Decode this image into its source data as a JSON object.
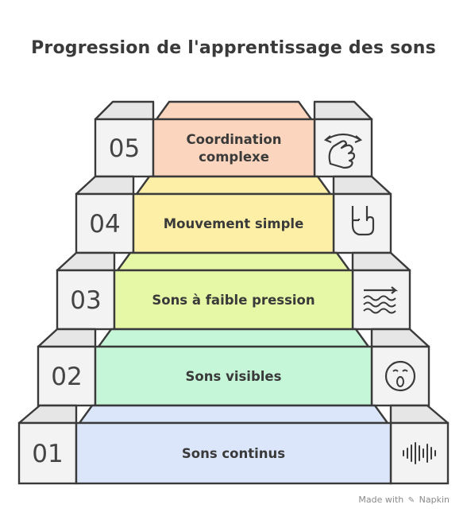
{
  "title": "Progression de l'apprentissage des sons",
  "steps": [
    {
      "number": "05",
      "label_lines": [
        "Coordination",
        "complexe"
      ],
      "color": "#fbd5bd",
      "icon": "rotating-hand-icon"
    },
    {
      "number": "04",
      "label_lines": [
        "Mouvement simple"
      ],
      "color": "#fdf0a6",
      "icon": "hand-icon"
    },
    {
      "number": "03",
      "label_lines": [
        "Sons à faible pression"
      ],
      "color": "#e6f7a6",
      "icon": "air-waves-icon"
    },
    {
      "number": "02",
      "label_lines": [
        "Sons visibles"
      ],
      "color": "#c6f6d8",
      "icon": "surprised-face-icon"
    },
    {
      "number": "01",
      "label_lines": [
        "Sons continus"
      ],
      "color": "#dbe6fb",
      "icon": "sound-wave-icon"
    }
  ],
  "footer": {
    "prefix": "Made with",
    "brand": "Napkin"
  },
  "colors": {
    "outline": "#3a3a3a",
    "side_block": "#e6e6e6",
    "side_face": "#f3f3f3"
  }
}
